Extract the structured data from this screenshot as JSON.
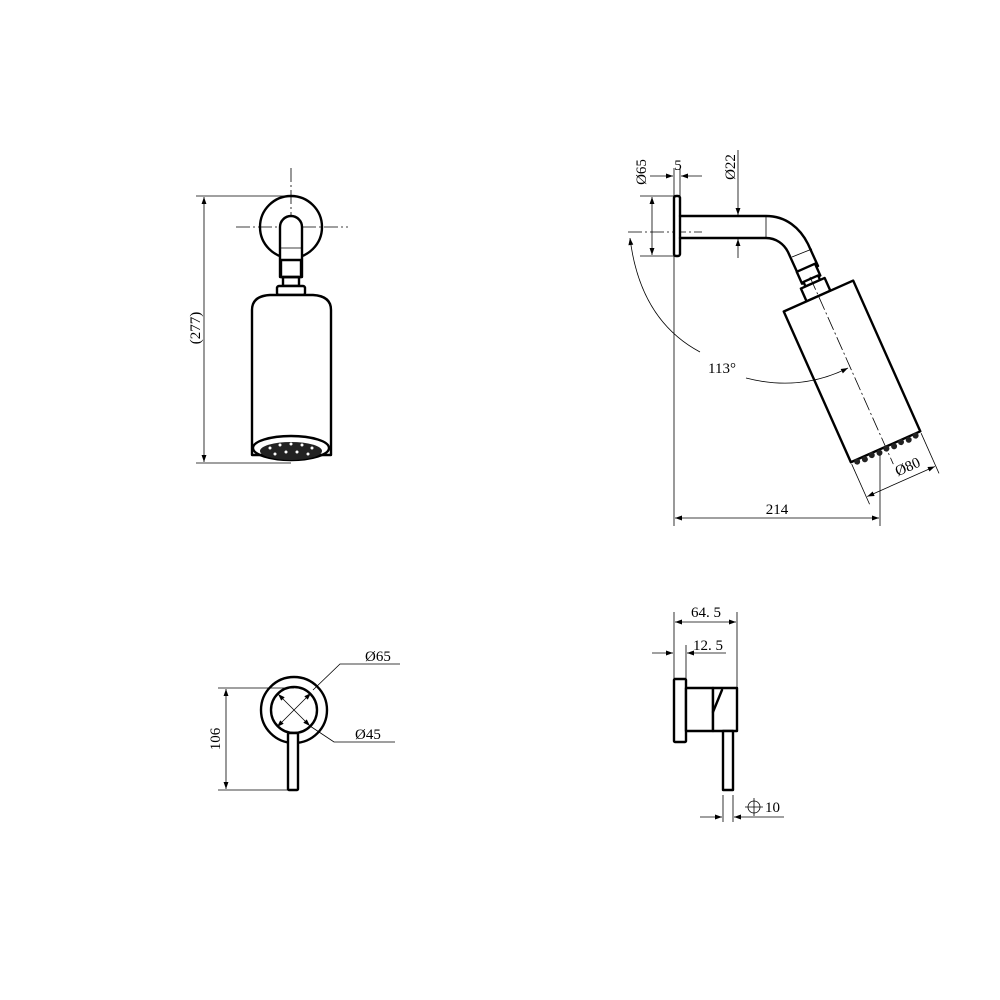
{
  "title": "Shower arm and mixer dimension drawing",
  "front_view": {
    "height_label": "(277)"
  },
  "side_view": {
    "flange_dia_label": "Ø65",
    "flange_thickness_label": "5",
    "arm_dia_label": "Ø22",
    "angle_label": "113°",
    "head_dia_label": "Ø80",
    "projection_label": "214"
  },
  "mixer_front": {
    "height_label": "106",
    "outer_dia_label": "Ø65",
    "inner_dia_label": "Ø45"
  },
  "mixer_side": {
    "depth_label": "64. 5",
    "flange_label": "12. 5",
    "lever_dia_label": "10"
  }
}
